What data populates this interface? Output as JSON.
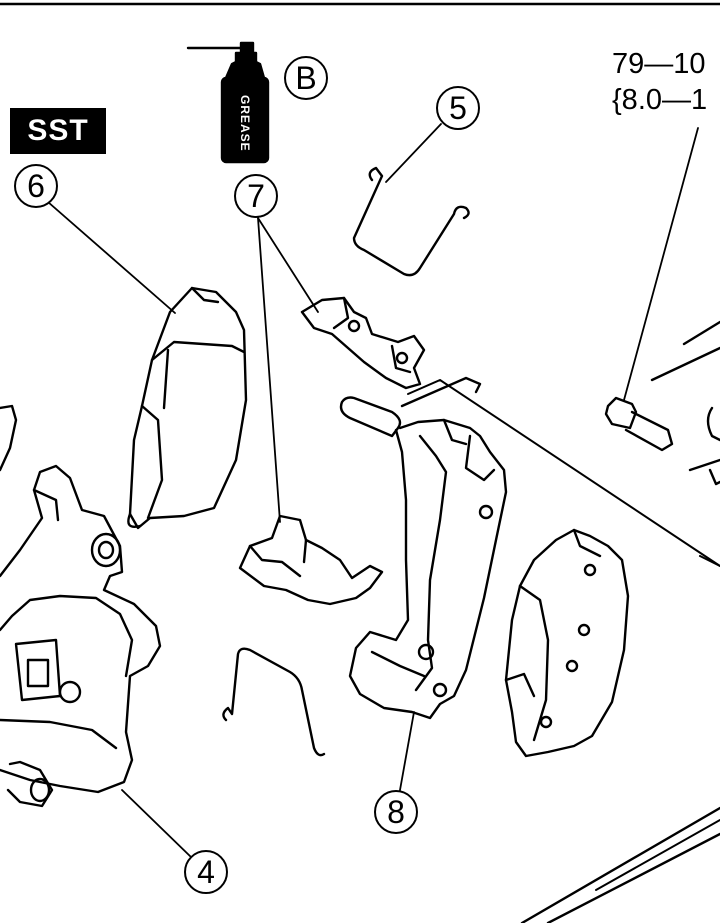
{
  "sst_label": "SST",
  "grease_label": "GREASE",
  "torque": {
    "line1": "79—10",
    "line2": "{8.0—1"
  },
  "callouts": {
    "b": "B",
    "c4": "4",
    "c5": "5",
    "c6": "6",
    "c7": "7",
    "c8": "8"
  }
}
